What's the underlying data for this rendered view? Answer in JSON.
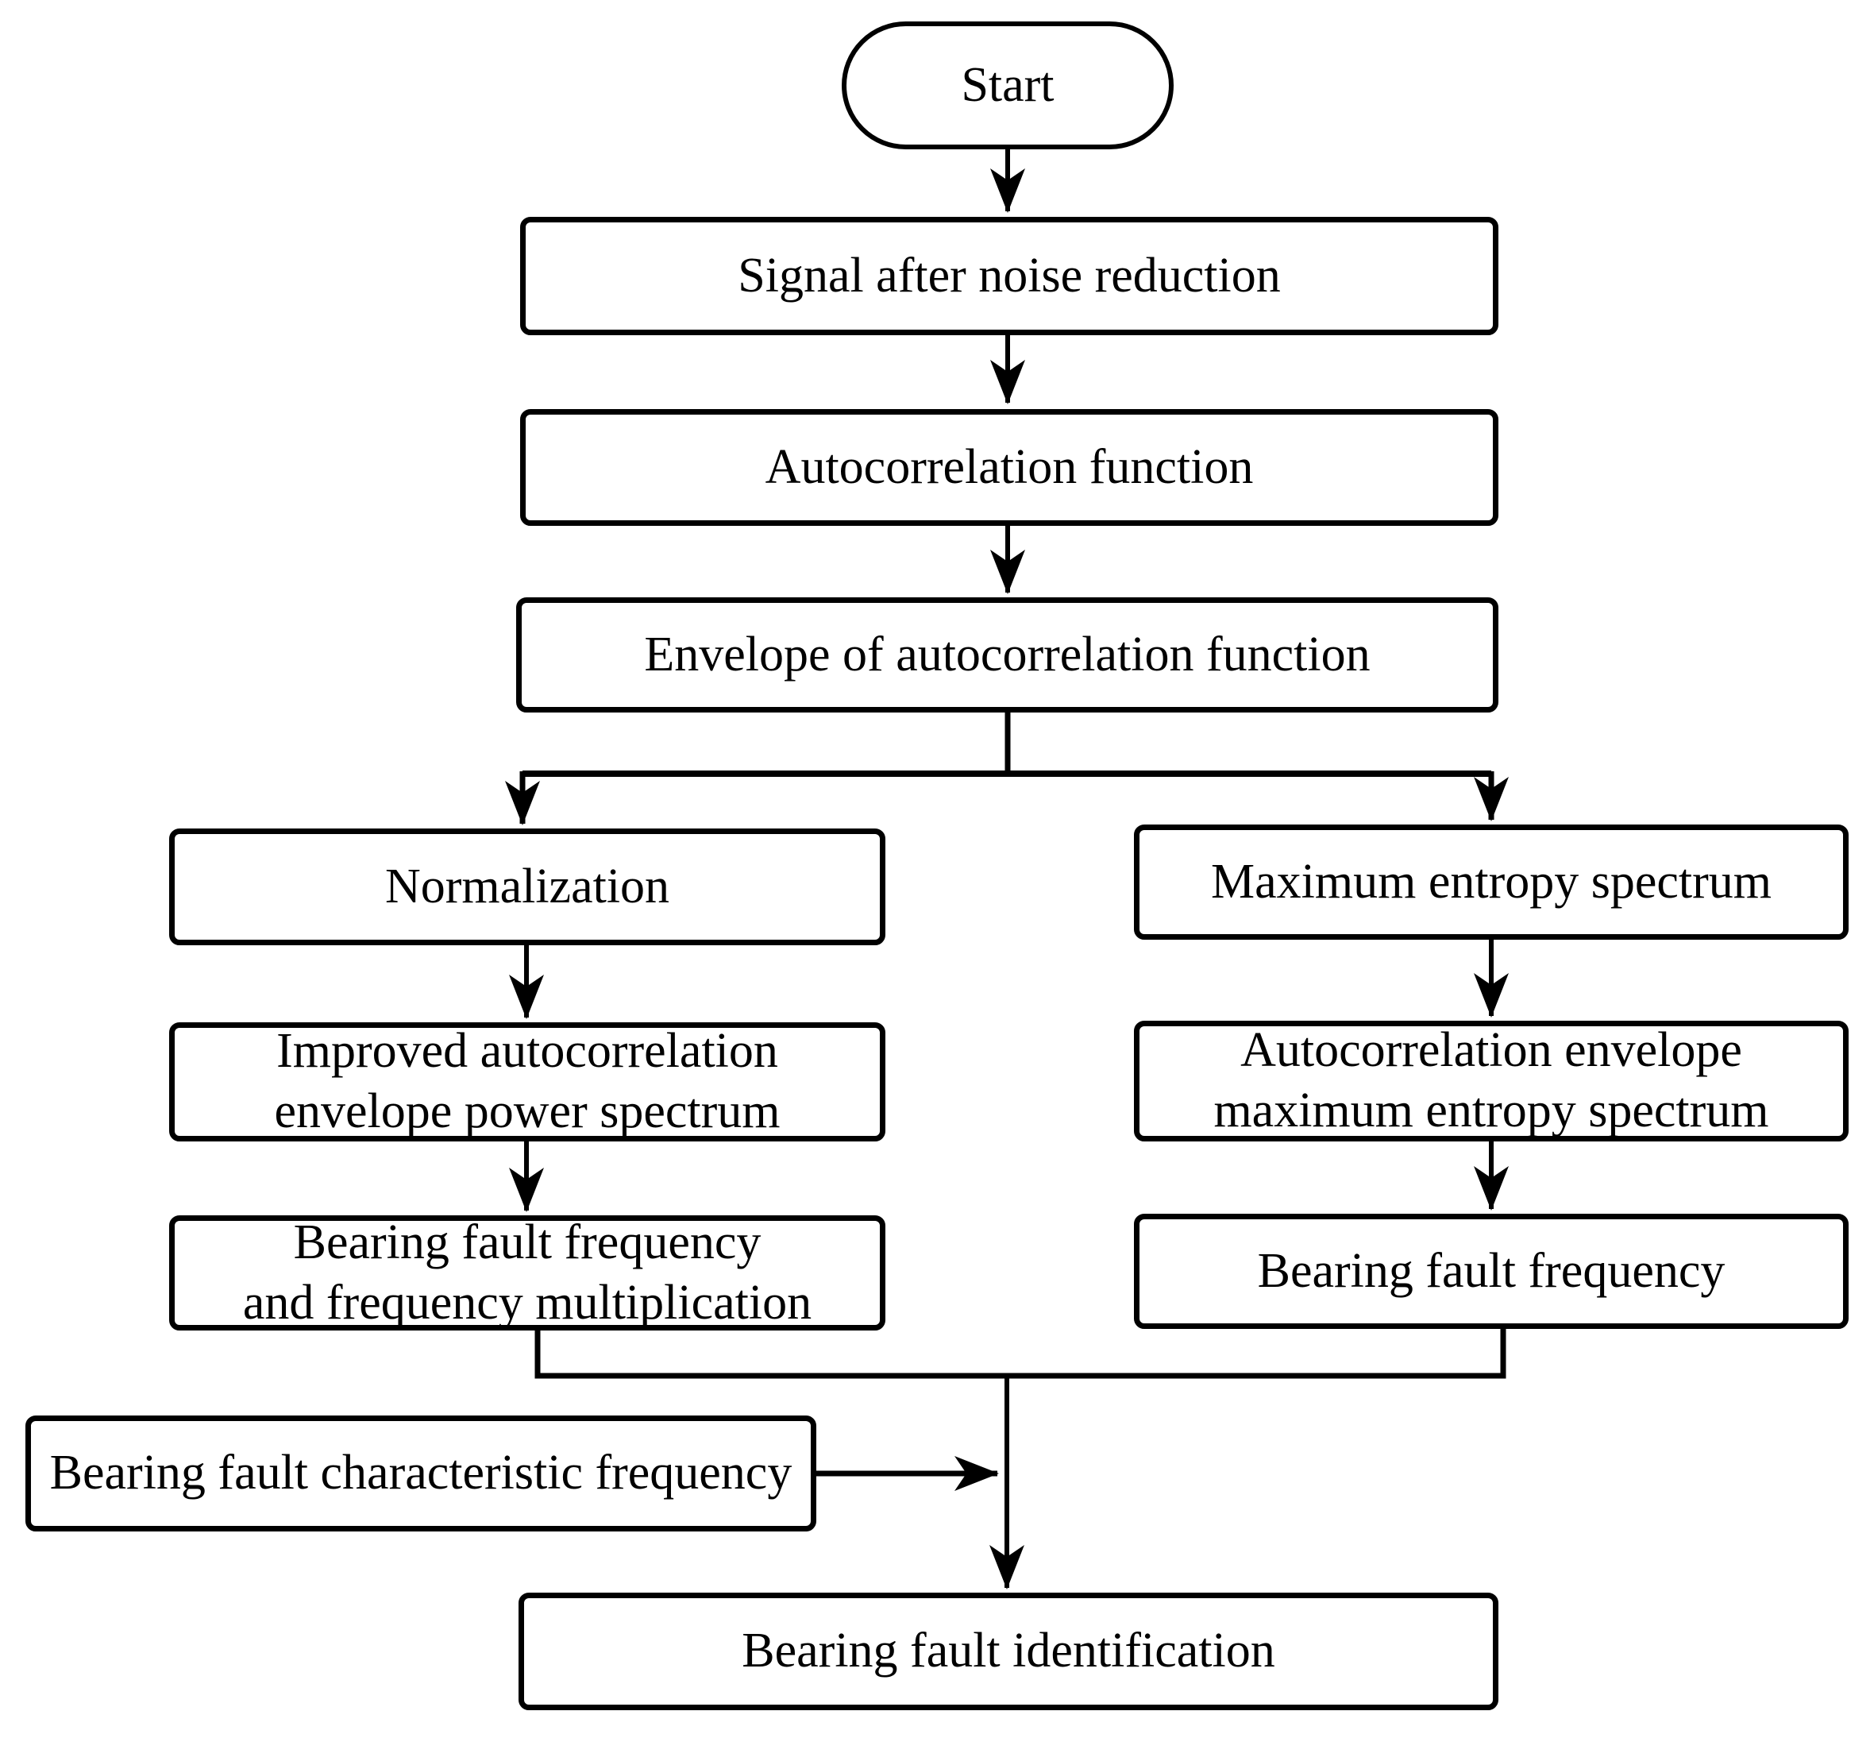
{
  "diagram": {
    "type": "flowchart",
    "background_color": "#ffffff",
    "stroke_color": "#000000",
    "text_color": "#000000",
    "nodes": {
      "start": {
        "shape": "terminator",
        "label": "Start"
      },
      "signal": {
        "shape": "process",
        "label": "Signal after noise reduction"
      },
      "autocorrelation": {
        "shape": "process",
        "label": "Autocorrelation function"
      },
      "envelope": {
        "shape": "process",
        "label": "Envelope of  autocorrelation function"
      },
      "normalization": {
        "shape": "process",
        "label": "Normalization"
      },
      "improved": {
        "shape": "process",
        "lines": [
          "Improved autocorrelation",
          "envelope power spectrum"
        ]
      },
      "fault_freq_mult": {
        "shape": "process",
        "lines": [
          "Bearing fault frequency",
          "and frequency multiplication"
        ]
      },
      "max_entropy": {
        "shape": "process",
        "label": "Maximum entropy spectrum"
      },
      "auto_env_entropy": {
        "shape": "process",
        "lines": [
          "Autocorrelation envelope",
          "maximum entropy spectrum"
        ]
      },
      "fault_freq": {
        "shape": "process",
        "label": "Bearing fault frequency"
      },
      "characteristic": {
        "shape": "process",
        "label": "Bearing fault characteristic frequency"
      },
      "identification": {
        "shape": "process",
        "label": "Bearing fault identification"
      }
    },
    "edges": [
      {
        "from": "start",
        "to": "signal"
      },
      {
        "from": "signal",
        "to": "autocorrelation"
      },
      {
        "from": "autocorrelation",
        "to": "envelope"
      },
      {
        "from": "envelope",
        "to": "normalization"
      },
      {
        "from": "envelope",
        "to": "max_entropy"
      },
      {
        "from": "normalization",
        "to": "improved"
      },
      {
        "from": "improved",
        "to": "fault_freq_mult"
      },
      {
        "from": "max_entropy",
        "to": "auto_env_entropy"
      },
      {
        "from": "auto_env_entropy",
        "to": "fault_freq"
      },
      {
        "from": "fault_freq_mult",
        "to": "identification"
      },
      {
        "from": "fault_freq",
        "to": "identification"
      },
      {
        "from": "characteristic",
        "to": "identification"
      }
    ]
  }
}
